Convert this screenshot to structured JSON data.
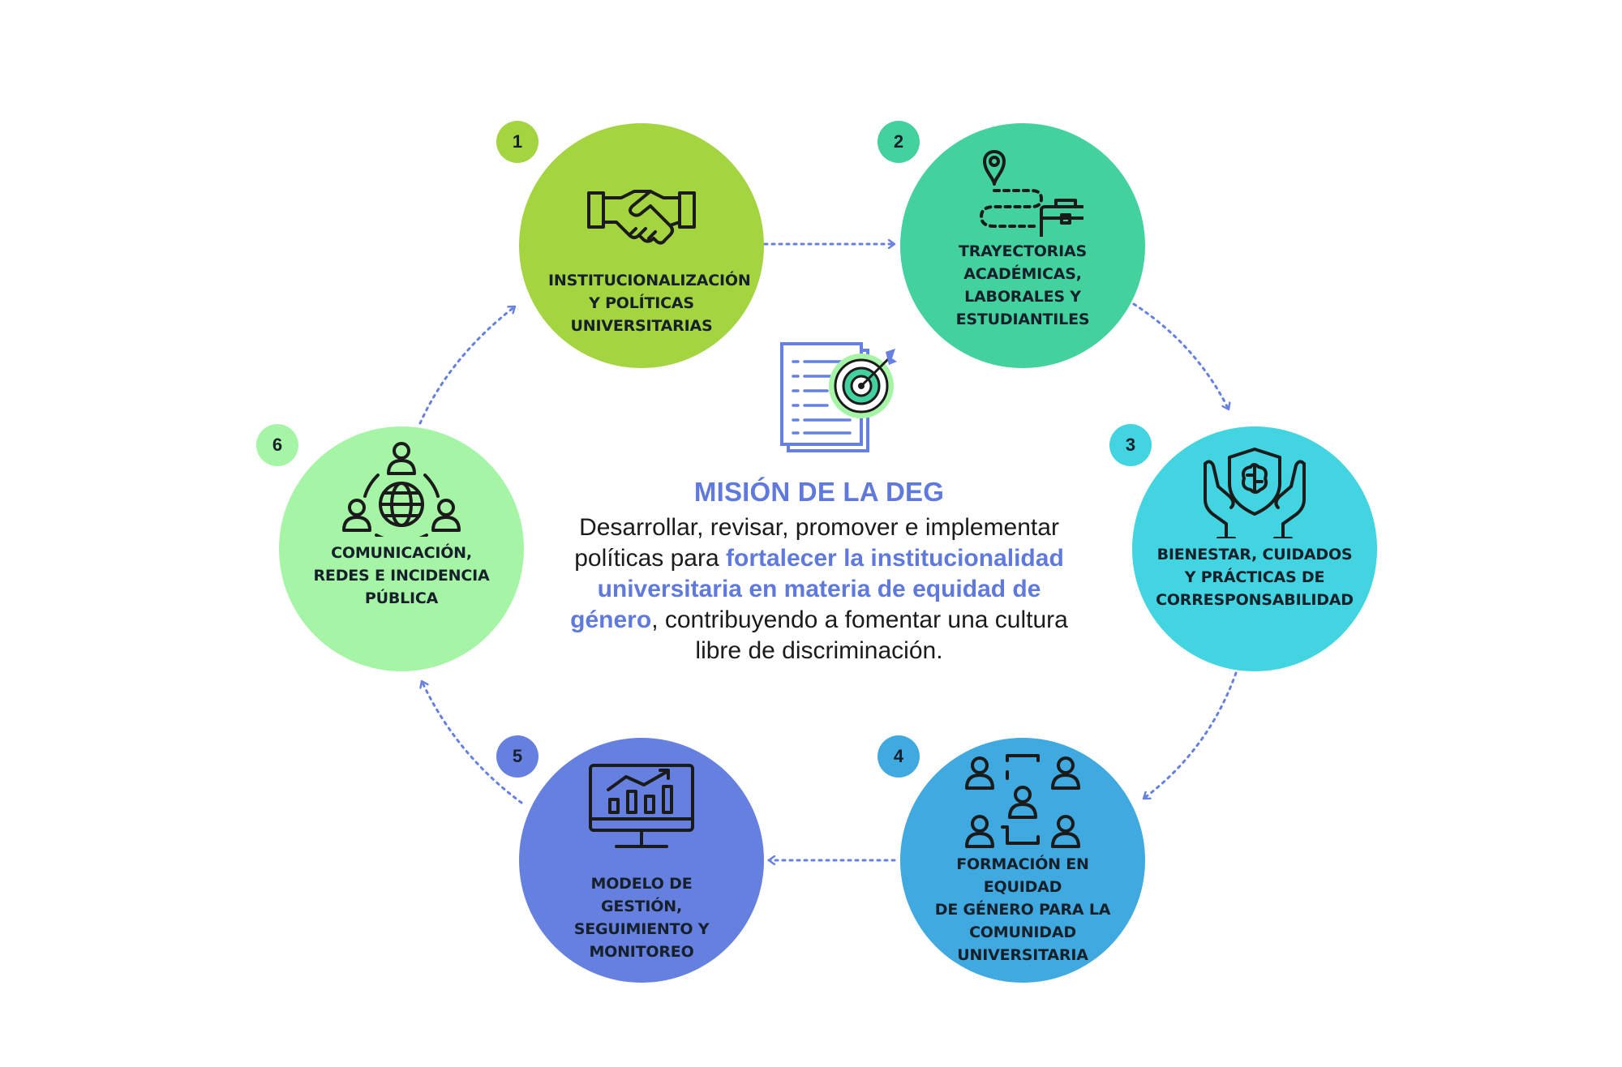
{
  "mission": {
    "title": "MISIÓN DE LA DEG",
    "text_before": "Desarrollar, revisar, promover e implementar políticas para ",
    "text_highlight": "fortalecer la institucionalidad universitaria en materia de equidad de género",
    "text_after": ", contribuyendo a fomentar una cultura libre de discriminación.",
    "icon": "checklist-target-icon"
  },
  "nodes": [
    {
      "number": "1",
      "label": "INSTITUCIONALIZACIÓN\nY POLÍTICAS\nUNIVERSITARIAS",
      "color": "#a4d43f",
      "badge_color": "#a4d43f",
      "icon": "handshake-icon"
    },
    {
      "number": "2",
      "label": "TRAYECTORIAS\nACADÉMICAS,\nLABORALES Y\nESTUDIANTILES",
      "color": "#43d19e",
      "badge_color": "#43d19e",
      "icon": "path-briefcase-icon"
    },
    {
      "number": "3",
      "label": "BIENESTAR, CUIDADOS\nY PRÁCTICAS DE\nCORRESPONSABILIDAD",
      "color": "#42d4e0",
      "badge_color": "#42d4e0",
      "icon": "hands-brain-shield-icon"
    },
    {
      "number": "4",
      "label": "FORMACIÓN EN EQUIDAD\nDE GÉNERO PARA LA\nCOMUNIDAD\nUNIVERSITARIA",
      "color": "#3fa9e0",
      "badge_color": "#3fa9e0",
      "icon": "people-network-icon"
    },
    {
      "number": "5",
      "label": "MODELO DE GESTIÓN,\nSEGUIMIENTO Y\nMONITOREO",
      "color": "#6680e0",
      "badge_color": "#6680e0",
      "icon": "monitor-chart-icon"
    },
    {
      "number": "6",
      "label": "COMUNICACIÓN,\nREDES E INCIDENCIA\nPÚBLICA",
      "color": "#a6f5a6",
      "badge_color": "#a6f5a6",
      "icon": "globe-people-icon"
    }
  ],
  "connector_color": "#6680e0"
}
